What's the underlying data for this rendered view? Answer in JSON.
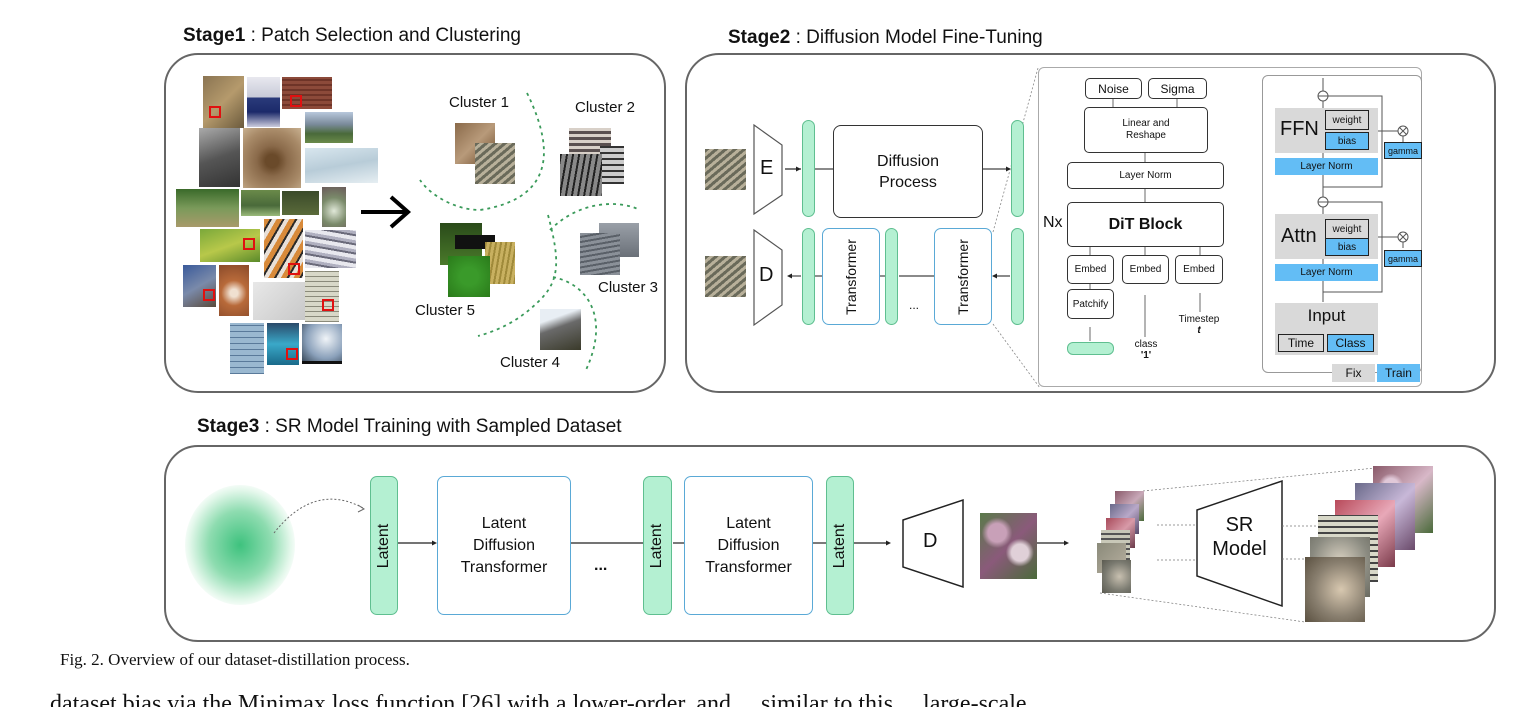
{
  "stage1": {
    "bold": "Stage1",
    "title": " : Patch Selection and Clustering",
    "clusters": [
      "Cluster 1",
      "Cluster 2",
      "Cluster 3",
      "Cluster 4",
      "Cluster 5"
    ]
  },
  "stage2": {
    "bold": "Stage2",
    "title": " : Diffusion Model Fine-Tuning",
    "encoder": "E",
    "decoder": "D",
    "diffusion_process": "Diffusion\nProcess",
    "transformer": "Transformer",
    "ellipsis": "...",
    "dit": {
      "noise": "Noise",
      "sigma": "Sigma",
      "linear_reshape": "Linear and\nReshape",
      "layer_norm": "Layer Norm",
      "nx": "Nx",
      "block": "DiT Block",
      "embed": "Embed",
      "patchify": "Patchify",
      "class_label": "class",
      "class_value": "'1'",
      "timestep_label": "Timestep",
      "timestep_value": "t"
    },
    "block_detail": {
      "ffn": "FFN",
      "attn": "Attn",
      "weight": "weight",
      "bias": "bias",
      "gamma": "gamma",
      "layer_norm": "Layer Norm",
      "input": "Input",
      "time": "Time",
      "class": "Class"
    },
    "legend": {
      "fix": "Fix",
      "train": "Train"
    },
    "colors": {
      "fix": "#d9d9d9",
      "train": "#63bdf5",
      "latent": "#b4f0d2"
    }
  },
  "stage3": {
    "bold": "Stage3",
    "title": " : SR Model Training with Sampled Dataset",
    "latent": "Latent",
    "ldt": "Latent\nDiffusion\nTransformer",
    "ellipsis": "...",
    "decoder": "D",
    "sr_model": "SR\nModel"
  },
  "caption": "Fig. 2.  Overview of our dataset-distillation process.",
  "body_text_fragment": "dataset bias via the Minimax loss function [26] with a lower-order, and ... similar to this ... large-scale ..."
}
